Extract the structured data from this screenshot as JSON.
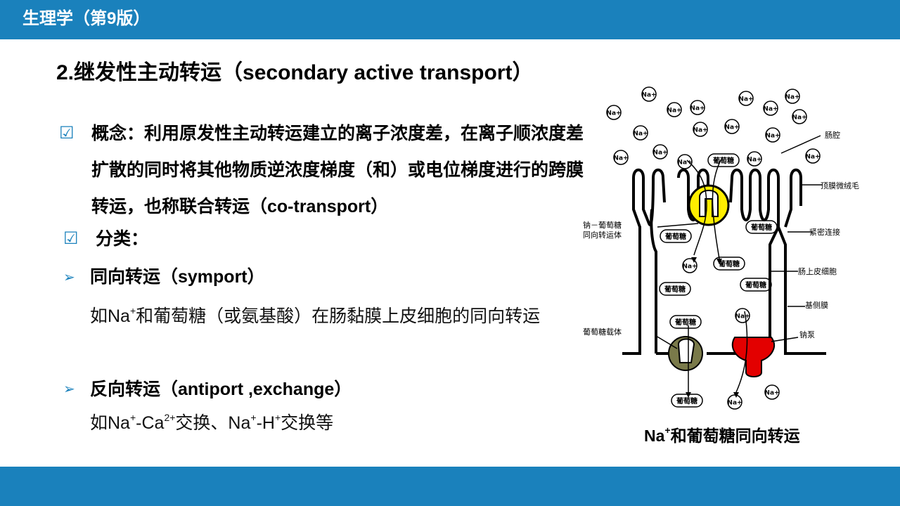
{
  "header": {
    "title": "生理学（第9版）"
  },
  "slide": {
    "heading": "2.继发性主动转运（secondary active transport）",
    "concept_label": "概念：",
    "concept_text": "利用原发性主动转运建立的离子浓度差，在离子顺浓度差扩散的同时将其他物质逆浓度梯度（和）或电位梯度进行的跨膜转运，也称联合转运（co-transport）",
    "classification_label": "分类：",
    "symport_label": "同向转运（symport）",
    "symport_example_a": "如Na",
    "symport_example_sup": "+",
    "symport_example_b": "和葡萄糖（或氨基酸）在肠黏膜上皮细胞的同向转运",
    "antiport_label": "反向转运（antiport ,exchange）",
    "antiport_ex_1": "如Na",
    "antiport_ex_sup1": "+",
    "antiport_ex_2": "-Ca",
    "antiport_ex_sup2": "2+",
    "antiport_ex_3": "交换、Na",
    "antiport_ex_sup3": "+",
    "antiport_ex_4": "-H",
    "antiport_ex_sup4": "+",
    "antiport_ex_5": "交换等",
    "checkbox_icon": "☑",
    "arrow_icon": "➢"
  },
  "figure": {
    "na_label": "Na+",
    "glucose_label": "葡萄糖",
    "lumen": "肠腔",
    "microvilli": "顶膜微绒毛",
    "cotransporter": "钠－葡萄糖\n同向转运体",
    "tight_junction": "紧密连接",
    "epithelial": "肠上皮细胞",
    "basolateral": "基侧膜",
    "glucose_carrier": "葡萄糖载体",
    "sodium_pump": "钠泵",
    "colors": {
      "cotransporter": "#ffee00",
      "pump": "#e30000",
      "carrier": "#7a7a4a"
    }
  },
  "caption": {
    "a": "Na",
    "sup": "+",
    "b": "和葡萄糖同向转运"
  }
}
